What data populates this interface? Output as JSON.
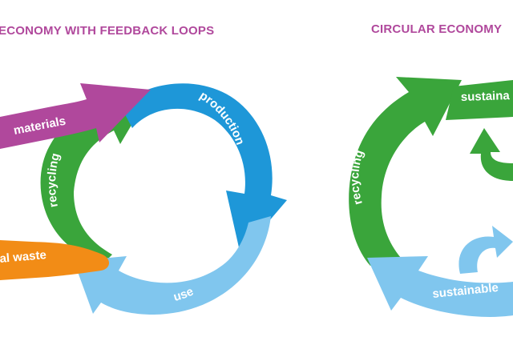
{
  "headings": {
    "left": "ECONOMY WITH FEEDBACK LOOPS",
    "right": "CIRCULAR ECONOMY"
  },
  "left_diagram": {
    "labels": {
      "materials": "materials",
      "production": "production",
      "recycling": "recycling",
      "waste": "al waste",
      "use": "use"
    }
  },
  "right_diagram": {
    "labels": {
      "recycling": "recycling",
      "sustainable_top": "sustaina",
      "sustainable_bottom": "sustainable"
    }
  },
  "colors": {
    "heading": "#b0489c",
    "materials": "#b0489c",
    "production": "#1e97d8",
    "use": "#80c6ee",
    "recycling": "#3aa53b",
    "waste": "#f28c16"
  }
}
